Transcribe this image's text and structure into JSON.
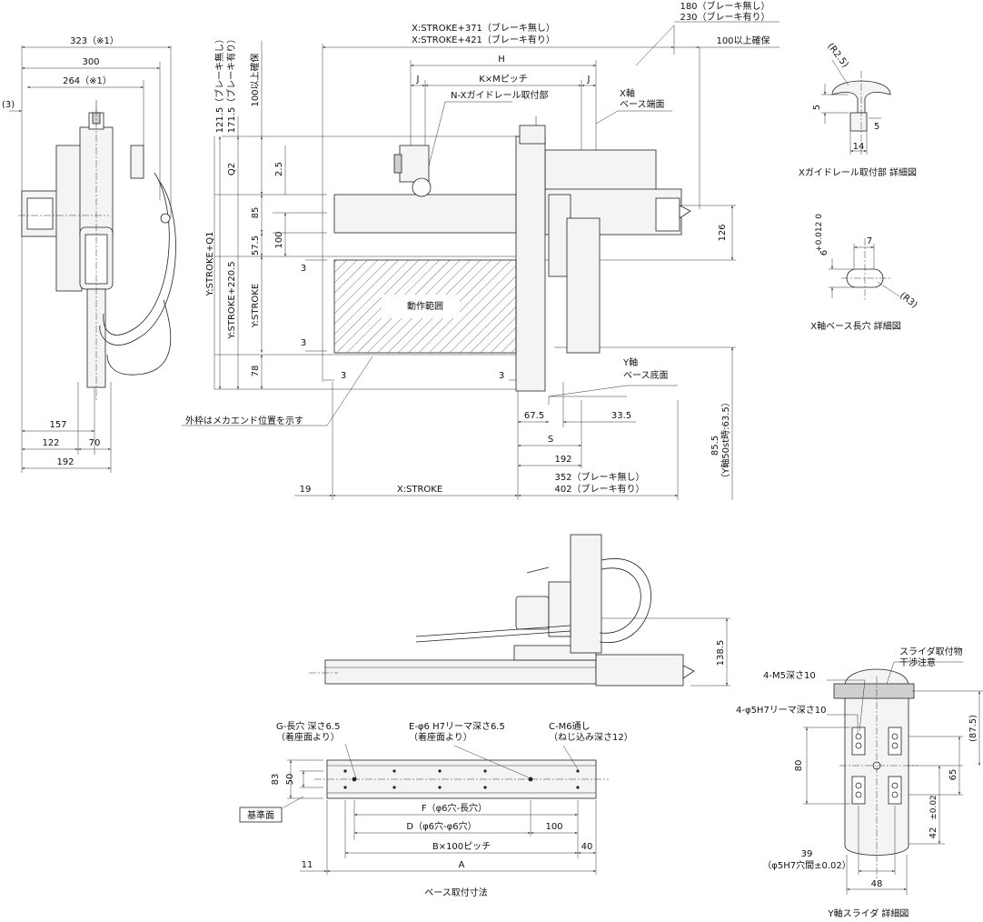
{
  "top_dims": {
    "x_stroke_no_brake": "X:STROKE+371（ブレーキ無し）",
    "x_stroke_brake": "X:STROKE+421（ブレーキ有り）",
    "d180": "180（ブレーキ無し）",
    "d230": "230（ブレーキ有り）",
    "secure100": "100以上確保",
    "H": "H",
    "J1": "J",
    "KM": "K×Mピッチ",
    "J2": "J",
    "nx_rail": "N-Xガイドレール取付部",
    "x_axis": "X軸",
    "base_end": "ベース端面",
    "d126": "126",
    "d121": "121.5（ブレーキ無し）",
    "d171": "171.5（ブレーキ有り）",
    "secure100v": "100以上確保",
    "Q2": "Q2",
    "d2_5": "2.5",
    "d85": "85",
    "d57_5": "57.5",
    "d100": "100",
    "d3a": "3",
    "d3b": "3",
    "d78": "78",
    "y_stroke_q1": "Y:STROKE+Q1",
    "y_stroke_220": "Y:STROKE+220.5",
    "y_stroke": "Y:STROKE",
    "motion_range": "動作範囲",
    "d3c": "3",
    "d3d": "3",
    "y_axis": "Y軸",
    "base_bottom": "ベース底面",
    "outer_frame": "外枠はメカエンド位置を示す",
    "d67_5": "67.5",
    "d33_5": "33.5",
    "S": "S",
    "d192b": "192",
    "d85_5": "85.5",
    "y50": "（Y軸50st時:63.5）",
    "d19": "19",
    "x_stroke": "X:STROKE",
    "d352": "352（ブレーキ無し）",
    "d402": "402（ブレーキ有り）"
  },
  "left_view": {
    "d323": "323（※1）",
    "d300": "300",
    "d264": "264（※1）",
    "d3": "(3)",
    "d157": "157",
    "d122": "122",
    "d70": "70",
    "d192": "192"
  },
  "detail_rail": {
    "r": "(R2.5)",
    "d5a": "5",
    "d5b": "5",
    "d14": "14",
    "caption": "Xガイドレール取付部 詳細図"
  },
  "detail_hole": {
    "d7": "7",
    "d6": "6",
    "tol": "+0.012 0",
    "r": "(R3)",
    "caption": "X軸ベース長穴 詳細図"
  },
  "side_view": {
    "d138_5": "138.5"
  },
  "base_dims": {
    "g_hole": "G-長穴 深さ6.5",
    "g_hole2": "（着座面より）",
    "e_hole": "E-φ6 H7リーマ深さ6.5",
    "e_hole2": "（着座面より）",
    "c_hole": "C-M6通し",
    "c_hole2": "（ねじ込み深さ12）",
    "d83": "83",
    "d50": "50",
    "ref_face": "基準面",
    "F": "F（φ6穴-長穴）",
    "D": "D（φ6穴-φ6穴）",
    "d100": "100",
    "B": "B×100ピッチ",
    "d40": "40",
    "d11": "11",
    "A": "A",
    "caption": "ベース取付寸法"
  },
  "slider": {
    "slider_mount": "スライダ取付物",
    "interference": "干渉注意",
    "m5": "4-M5深さ10",
    "h7": "4-φ5H7リーマ深さ10",
    "d87_5": "(87.5)",
    "d80": "80",
    "d65": "65",
    "d42": "42",
    "tol42": "±0.02",
    "d39": "39",
    "d39b": "（φ5H7穴間±0.02）",
    "d48": "48",
    "caption": "Y軸スライダ 詳細図"
  }
}
